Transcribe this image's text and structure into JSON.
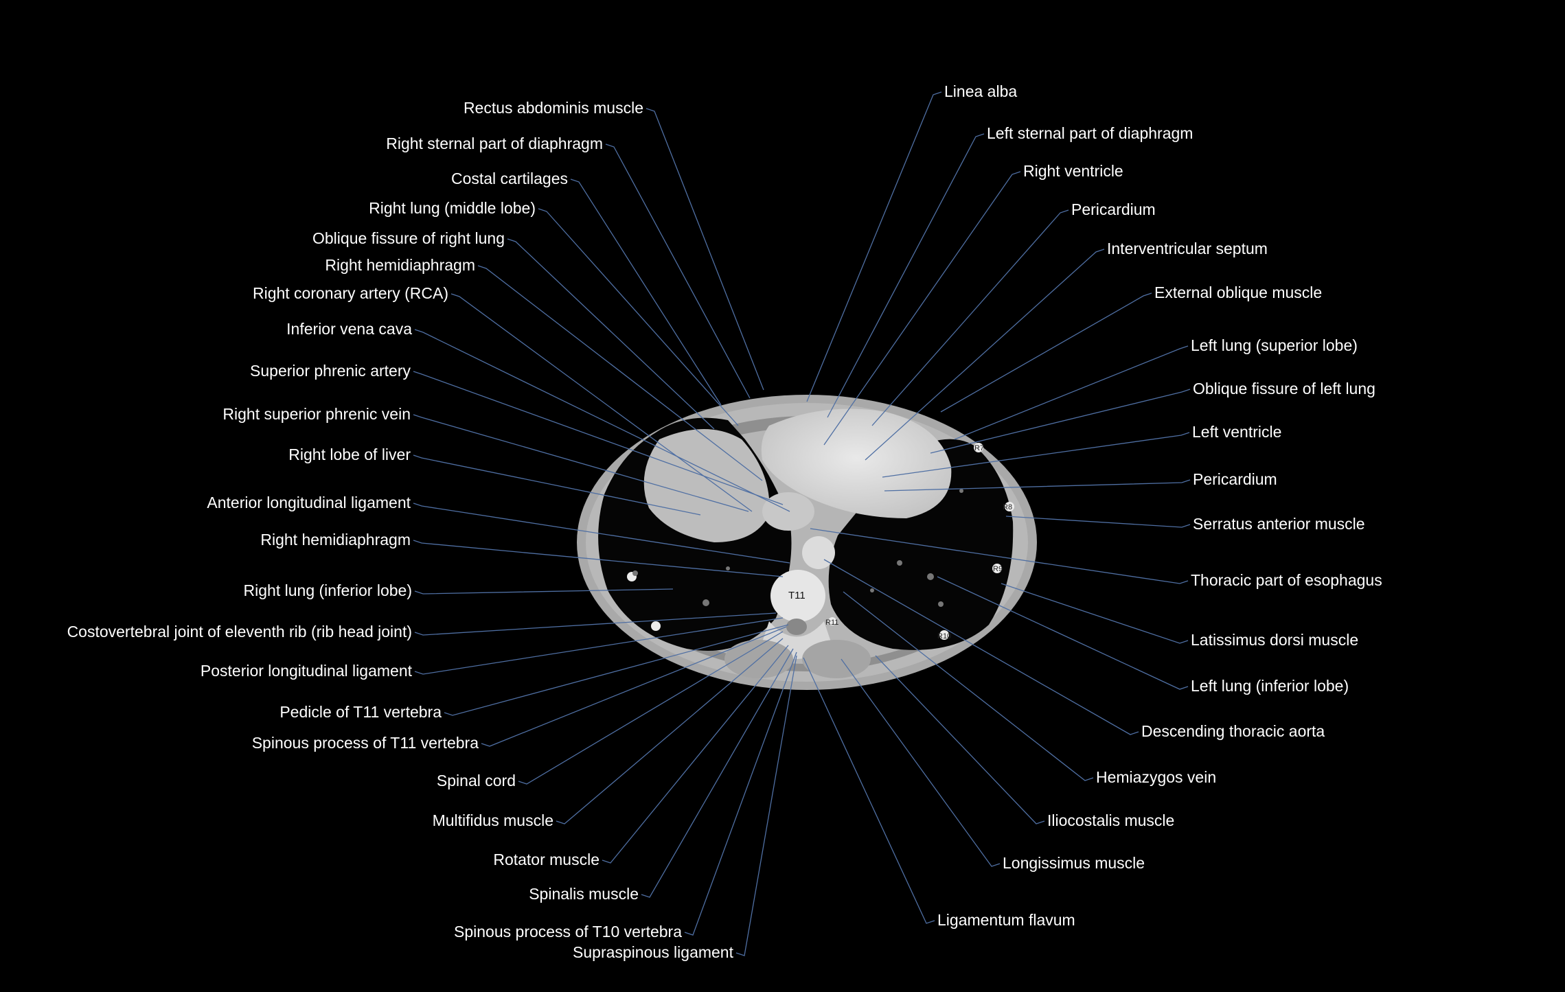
{
  "colors": {
    "background": "#000000",
    "leader": "#4f6fa3",
    "text": "#ffffff"
  },
  "vertebra_label": "T11",
  "rib_labels": [
    "R7",
    "R8",
    "R9",
    "R10",
    "R11"
  ],
  "labels_left": [
    "Rectus abdominis muscle",
    "Right sternal part of diaphragm",
    "Costal cartilages",
    "Right lung (middle lobe)",
    "Oblique fissure of right lung",
    "Right hemidiaphragm",
    "Right coronary artery (RCA)",
    "Inferior vena cava",
    "Superior phrenic artery",
    "Right superior phrenic vein",
    "Right lobe of liver",
    "Anterior longitudinal ligament",
    "Right hemidiaphragm",
    "Right lung (inferior lobe)",
    "Costovertebral joint of eleventh rib (rib head joint)",
    "Posterior longitudinal ligament",
    "Pedicle of T11 vertebra",
    "Spinous process of T11 vertebra",
    "Spinal cord",
    "Multifidus muscle",
    "Rotator muscle",
    "Spinalis muscle",
    "Spinous process of T10 vertebra",
    "Supraspinous ligament"
  ],
  "labels_right": [
    "Linea alba",
    "Left sternal part of diaphragm",
    "Right ventricle",
    "Pericardium",
    "Interventricular septum",
    "External oblique muscle",
    "Left lung (superior lobe)",
    "Oblique fissure of left lung",
    "Left ventricle",
    "Pericardium",
    "Serratus anterior muscle",
    "Thoracic part of esophagus",
    "Latissimus dorsi muscle",
    "Left lung (inferior lobe)",
    "Descending thoracic aorta",
    "Hemiazygos vein",
    "Iliocostalis muscle",
    "Longissimus muscle",
    "Ligamentum flavum"
  ]
}
